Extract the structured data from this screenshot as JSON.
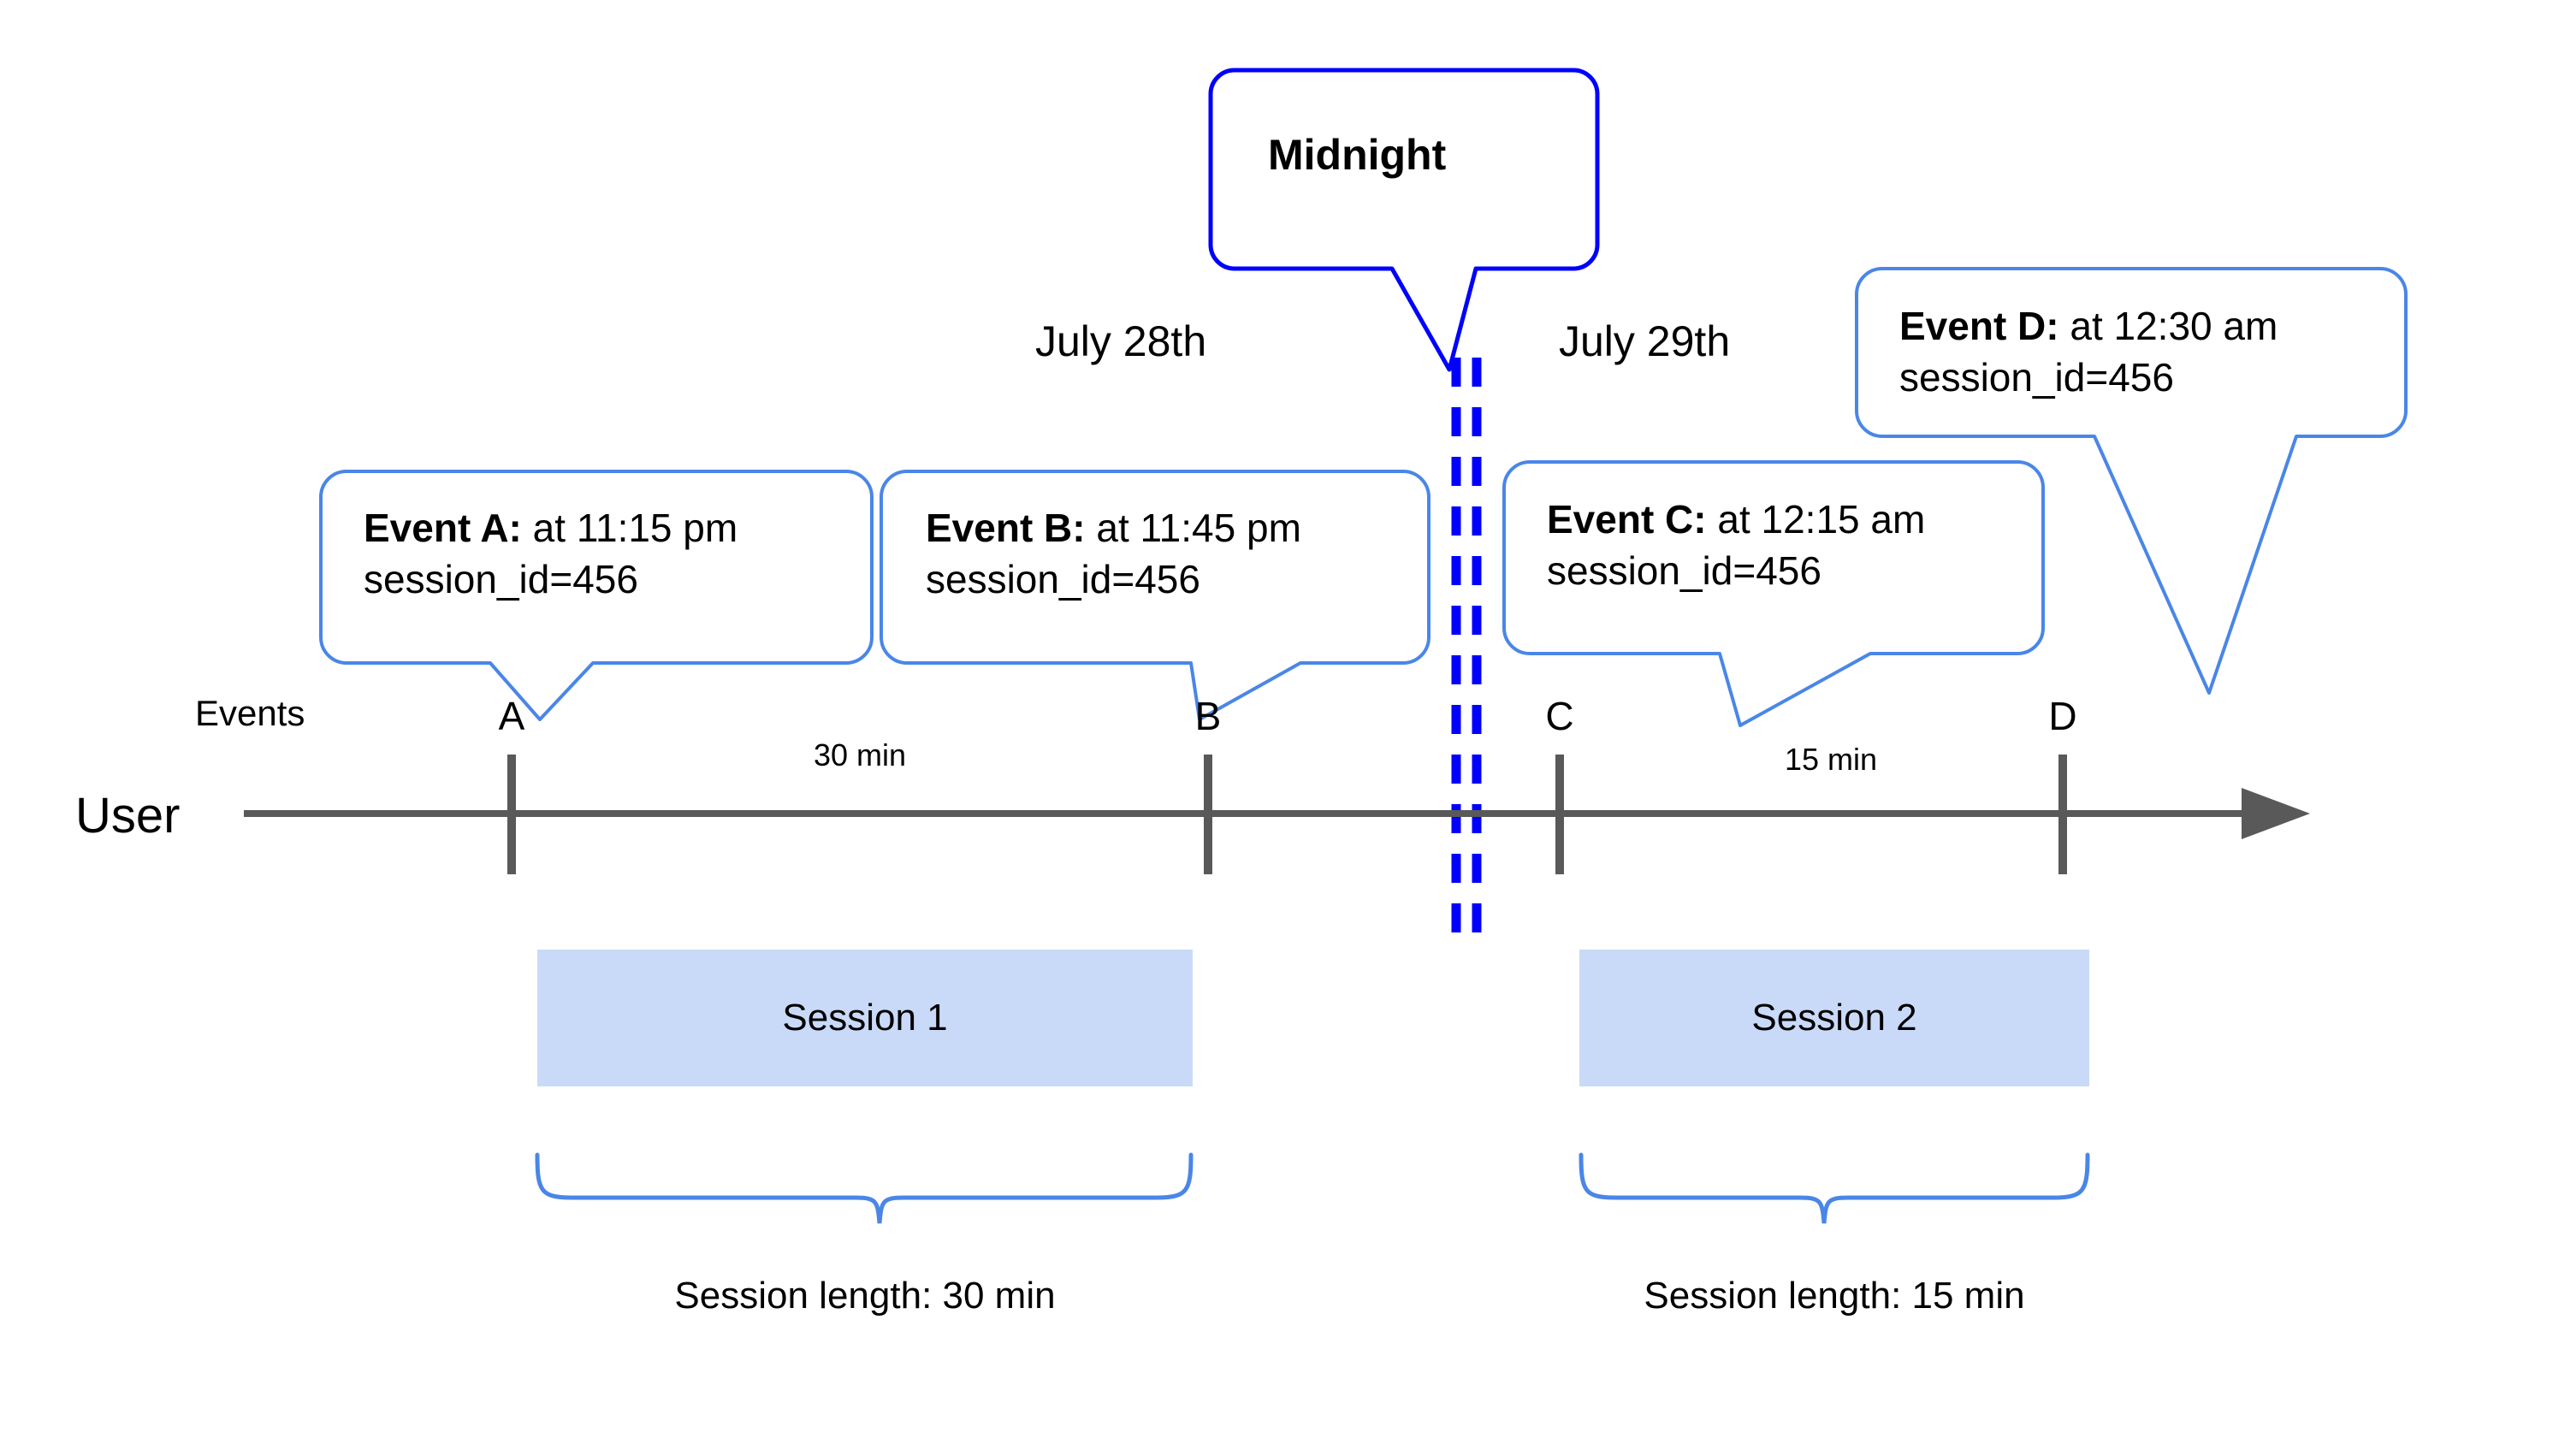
{
  "diagram": {
    "title_hidden": "",
    "colors": {
      "callout_border": "#4a86e8",
      "midnight_border": "#0000ff",
      "midnight_dash": "#0000ff",
      "axis": "#595959",
      "session_fill": "#c9daf8",
      "brace": "#4a86e8",
      "text": "#000000",
      "background": "#ffffff"
    },
    "midnight": {
      "label": "Midnight"
    },
    "days": [
      {
        "label": "July 28th"
      },
      {
        "label": "July 29th"
      }
    ],
    "lanes": {
      "user_label": "User",
      "events_label": "Events"
    },
    "events": [
      {
        "marker": "A",
        "title": "Event A:",
        "time": " at 11:15 pm",
        "attribute": "session_id=456"
      },
      {
        "marker": "B",
        "title": "Event B:",
        "time": " at 11:45 pm",
        "attribute": "session_id=456"
      },
      {
        "marker": "C",
        "title": "Event C:",
        "time": " at 12:15 am",
        "attribute": "session_id=456"
      },
      {
        "marker": "D",
        "title": "Event D:",
        "time": " at 12:30 am",
        "attribute": "session_id=456"
      }
    ],
    "gaps": [
      {
        "label": "30 min"
      },
      {
        "label": "15 min"
      }
    ],
    "sessions": [
      {
        "name": "Session 1",
        "length_caption": "Session length: 30 min"
      },
      {
        "name": "Session 2",
        "length_caption": "Session length: 15 min"
      }
    ]
  },
  "chart_data": {
    "type": "diagram",
    "title": "User event timeline split into sessions at midnight",
    "timeline": {
      "axis_label": "User",
      "row_label": "Events",
      "markers": [
        "A",
        "B",
        "C",
        "D"
      ],
      "marker_times": [
        "11:15 pm",
        "11:45 pm",
        "12:15 am",
        "12:30 am"
      ],
      "marker_days": [
        "July 28th",
        "July 28th",
        "July 29th",
        "July 29th"
      ],
      "gaps_between": [
        {
          "from": "A",
          "to": "B",
          "label": "30 min"
        },
        {
          "from": "C",
          "to": "D",
          "label": "15 min"
        }
      ],
      "boundary": {
        "label": "Midnight",
        "between": [
          "B",
          "C"
        ]
      }
    },
    "sessions": [
      {
        "name": "Session 1",
        "spans": [
          "A",
          "B"
        ],
        "length_minutes": 30,
        "session_id": 456
      },
      {
        "name": "Session 2",
        "spans": [
          "C",
          "D"
        ],
        "length_minutes": 15,
        "session_id": 456
      }
    ]
  }
}
